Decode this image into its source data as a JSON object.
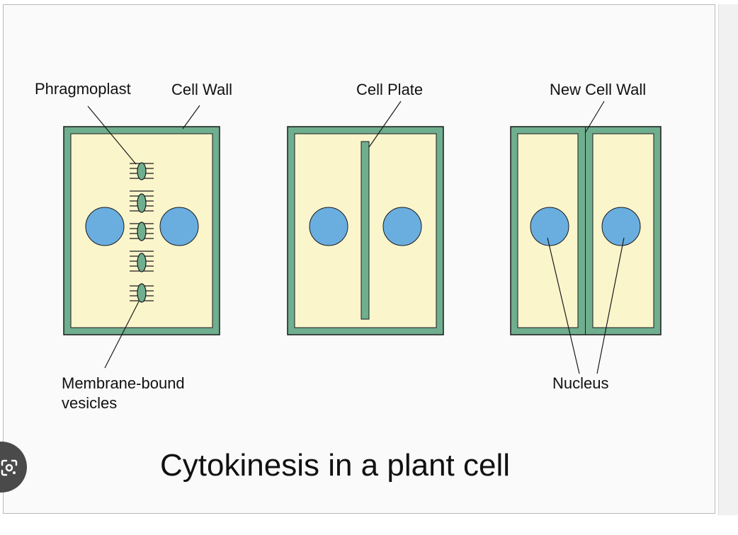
{
  "diagram": {
    "title": "Cytokinesis in a plant cell",
    "labels": {
      "phragmoplast": "Phragmoplast",
      "cell_wall": "Cell Wall",
      "cell_plate": "Cell Plate",
      "new_cell_wall": "New Cell Wall",
      "vesicles_line1": "Membrane-bound",
      "vesicles_line2": "vesicles",
      "nucleus": "Nucleus"
    }
  },
  "colors": {
    "cell_wall": "#6fae8e",
    "cytoplasm": "#fbf5cc",
    "nucleus": "#6aaee0",
    "outline": "#1a1a1a",
    "background": "#fafafa"
  },
  "overlay": {
    "icon": "google-lens-icon"
  }
}
